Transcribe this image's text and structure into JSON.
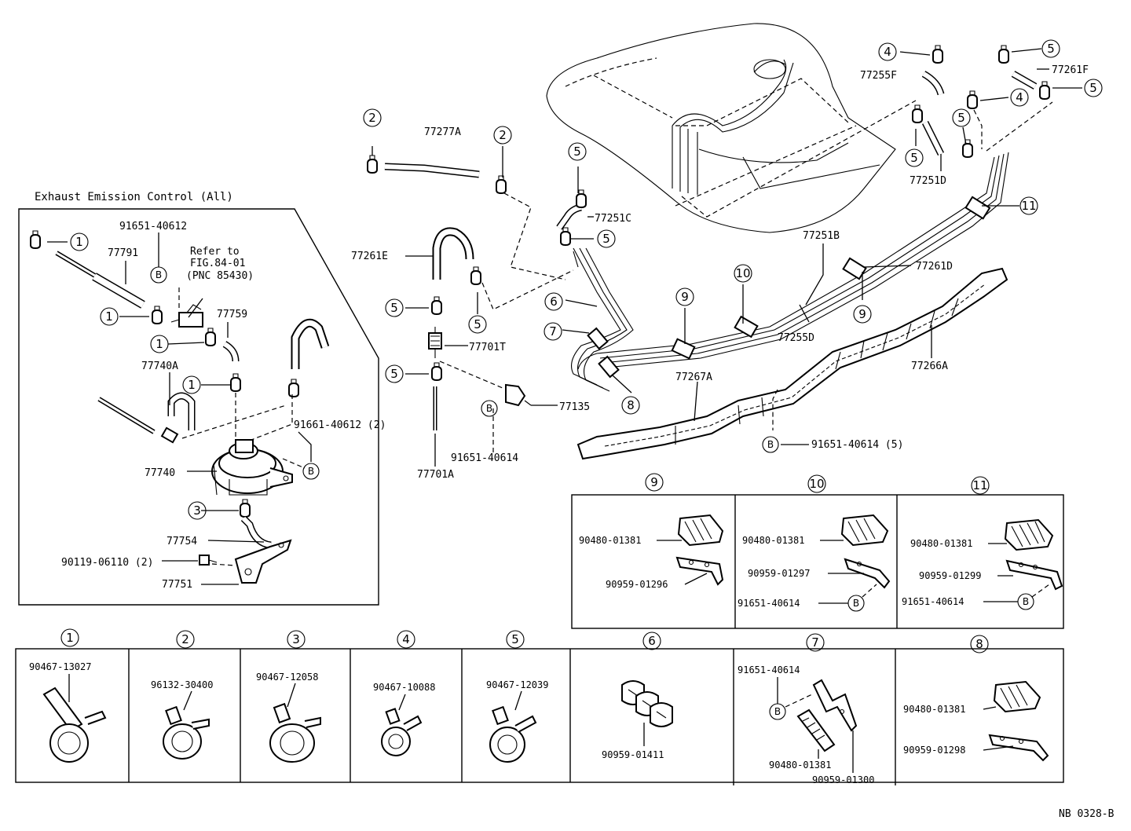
{
  "section_title": "Exhaust Emission Control (All)",
  "refer_note": [
    "Refer to",
    "FIG.84-01",
    "(PNC 85430)"
  ],
  "drawing_number": "NB 0328-B",
  "main_labels": {
    "p91651_40612": "91651-40612",
    "p77791": "77791",
    "p77759": "77759",
    "p77740A": "77740A",
    "p91661_40612": "91661-40612 (2)",
    "p77740": "77740",
    "p77754": "77754",
    "p90119": "90119-06110 (2)",
    "p77751": "77751",
    "p77277A": "77277A",
    "p77261E": "77261E",
    "p77251C": "77251C",
    "p77701T": "77701T",
    "p77135": "77135",
    "p91651_40614": "91651-40614",
    "p77701A": "77701A",
    "p77255F": "77255F",
    "p77261F": "77261F",
    "p77251D": "77251D",
    "p77251B": "77251B",
    "p77261D": "77261D",
    "p77255D": "77255D",
    "p77266A": "77266A",
    "p77267A": "77267A",
    "p91651_40614_5": "91651-40614 (5)"
  },
  "callouts": {
    "c1": "1",
    "c2": "2",
    "c3": "3",
    "c4": "4",
    "c5": "5",
    "c6": "6",
    "c7": "7",
    "c8": "8",
    "c9": "9",
    "c10": "10",
    "c11": "11",
    "cB": "B"
  },
  "detail_panels": [
    {
      "id": "9",
      "labels": [
        "90480-01381",
        "90959-01296"
      ]
    },
    {
      "id": "10",
      "labels": [
        "90480-01381",
        "90959-01297",
        "91651-40614"
      ]
    },
    {
      "id": "11",
      "labels": [
        "90480-01381",
        "90959-01299",
        "91651-40614"
      ]
    },
    {
      "id": "1",
      "labels": [
        "90467-13027"
      ]
    },
    {
      "id": "2",
      "labels": [
        "96132-30400"
      ]
    },
    {
      "id": "3",
      "labels": [
        "90467-12058"
      ]
    },
    {
      "id": "4",
      "labels": [
        "90467-10088"
      ]
    },
    {
      "id": "5",
      "labels": [
        "90467-12039"
      ]
    },
    {
      "id": "6",
      "labels": [
        "90959-01411"
      ]
    },
    {
      "id": "7",
      "labels": [
        "91651-40614",
        "90480-01381",
        "90959-01300"
      ]
    },
    {
      "id": "8",
      "labels": [
        "90480-01381",
        "90959-01298"
      ]
    }
  ]
}
